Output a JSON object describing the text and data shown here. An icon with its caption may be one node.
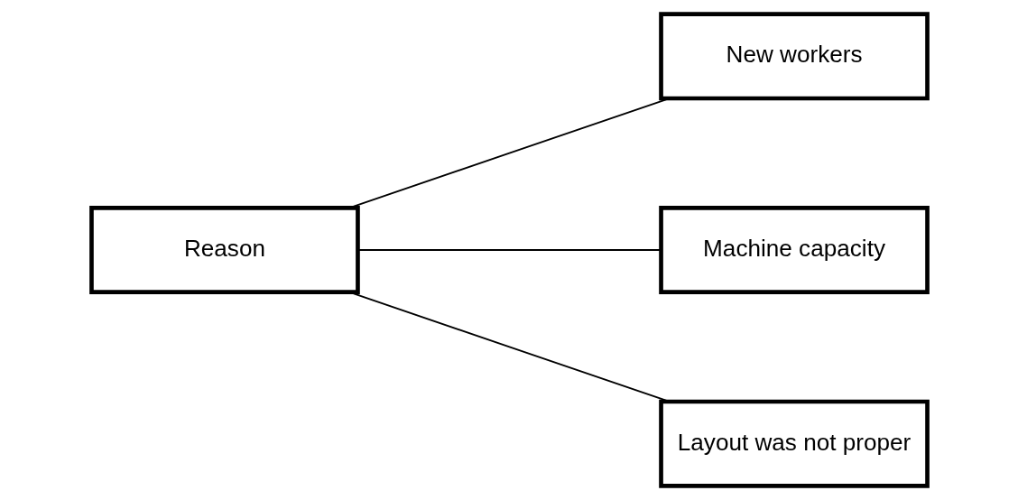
{
  "diagram": {
    "nodes": [
      {
        "text": [
          "Reason"
        ]
      },
      {
        "text": [
          "New workers"
        ]
      },
      {
        "text": [
          "Machine capacity"
        ]
      },
      {
        "text": [
          "Layout was not proper"
        ]
      }
    ],
    "edges": [
      {
        "from": 0,
        "to": 1,
        "arrow": "none"
      },
      {
        "from": 0,
        "to": 2,
        "arrow": "none"
      },
      {
        "from": 0,
        "to": 3,
        "arrow": "none"
      }
    ]
  }
}
